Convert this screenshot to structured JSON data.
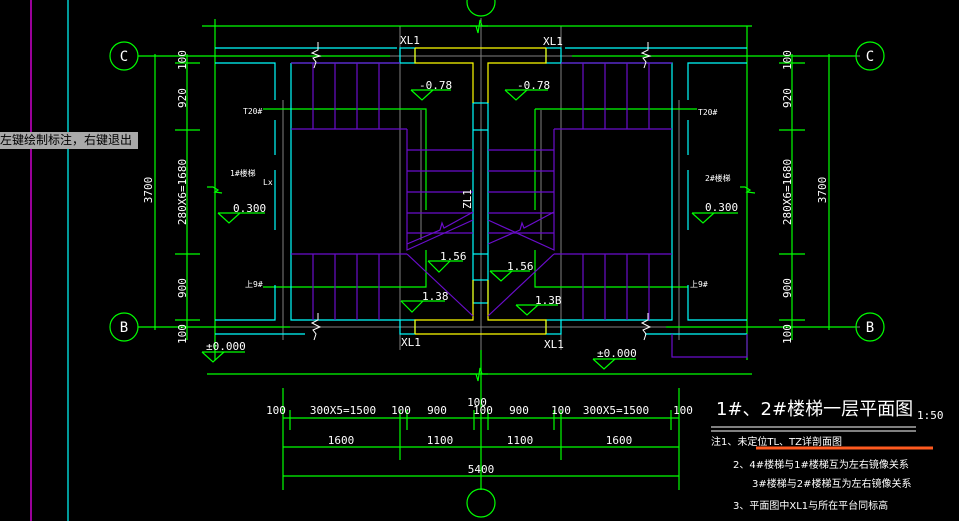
{
  "app": {
    "command_prompt": "左键绘制标注，右键退出"
  },
  "colors": {
    "background": "#000000",
    "grid_green": "#00ff00",
    "wall_cyan": "#00ffff",
    "stair_purple": "#6a0dcc",
    "beam_yellow": "#ffff00",
    "axis_gray": "#808080",
    "magenta": "#ff00ff",
    "text_white": "#ffffff",
    "highlight_orange": "#ff5a1f",
    "prompt_bg": "#a9a9a9"
  },
  "drawing": {
    "axes": {
      "top": "C",
      "bottom": "B"
    },
    "beam_labels": {
      "top_left": "XL1",
      "top_right": "XL1",
      "bottom_left": "XL1",
      "bottom_right": "XL1"
    },
    "post_label": "ZL1",
    "stair_labels": {
      "left": "1#楼梯",
      "right": "2#楼梯",
      "lx": "Lx"
    },
    "step_labels": {
      "top_left": "T20#",
      "top_right": "T20#",
      "bottom_left": "上9#",
      "bottom_right": "上9#"
    },
    "elevations": {
      "top_left": "-0.78",
      "top_right": "-0.78",
      "mid_left": "1.56",
      "mid_right": "1.56",
      "low_left": "1.38",
      "low_right": "1.3B",
      "side_left": "0.300",
      "side_right": "0.300",
      "ground_left": "±0.000",
      "ground_right": "±0.000"
    },
    "vertical_dims_left": {
      "segments": [
        "100",
        "920",
        "280X6=1680",
        "900",
        "100"
      ],
      "total": "3700"
    },
    "vertical_dims_right": {
      "segments": [
        "100",
        "920",
        "280X6=1680",
        "900",
        "100"
      ],
      "total": "3700"
    },
    "horizontal_dims": {
      "row1": [
        "100",
        "300X5=1500",
        "100",
        "900",
        "100",
        "100",
        "900",
        "100",
        "300X5=1500",
        "100"
      ],
      "row2": [
        "1600",
        "1100",
        "1100",
        "1600"
      ],
      "total": "5400"
    }
  },
  "title_block": {
    "title": "1#、2#楼梯一层平面图",
    "scale": "1:50",
    "notes": [
      "注1、未定位TL、TZ详剖面图",
      "2、4#楼梯与1#楼梯互为左右镜像关系",
      "3#楼梯与2#楼梯互为左右镜像关系",
      "3、平面图中XL1与所在平台同标高"
    ]
  }
}
